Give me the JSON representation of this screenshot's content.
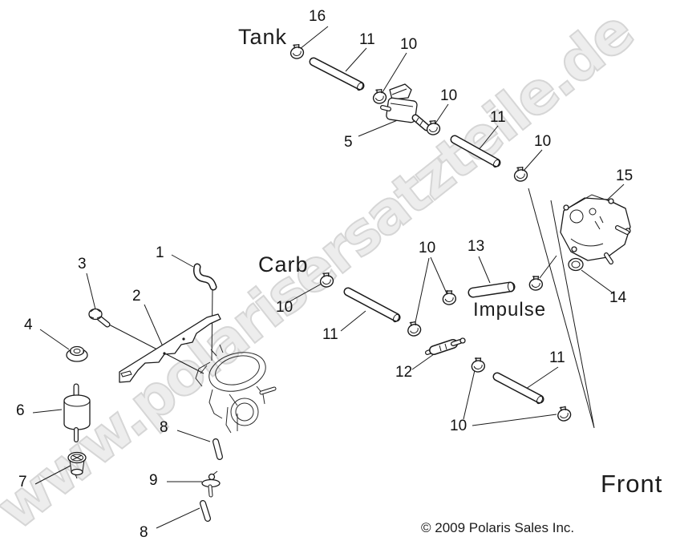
{
  "colors": {
    "background": "#ffffff",
    "line_art": "#1a1a1a",
    "label_text": "#111111",
    "watermark_fill": "#ededed",
    "watermark_outline": "#d6d6d6"
  },
  "watermark": {
    "text": "www.polarisersatzteile.de"
  },
  "region_labels": {
    "tank": "Tank",
    "carb": "Carb",
    "impulse": "Impulse",
    "front": "Front"
  },
  "copyright": "© 2009 Polaris Sales Inc.",
  "callouts": [
    {
      "ref": "16",
      "points_to": "hose-clamp-tank"
    },
    {
      "ref": "11",
      "points_to": "fuel-hose-tank"
    },
    {
      "ref": "10",
      "points_to": "hose-clamp"
    },
    {
      "ref": "10",
      "points_to": "hose-clamp"
    },
    {
      "ref": "11",
      "points_to": "fuel-hose-valve"
    },
    {
      "ref": "10",
      "points_to": "hose-clamp"
    },
    {
      "ref": "15",
      "points_to": "fuel-pump"
    },
    {
      "ref": "5",
      "points_to": "fuel-valve"
    },
    {
      "ref": "1",
      "points_to": "elbow-hose"
    },
    {
      "ref": "3",
      "points_to": "bolt"
    },
    {
      "ref": "2",
      "points_to": "bracket"
    },
    {
      "ref": "4",
      "points_to": "flange-nut"
    },
    {
      "ref": "10",
      "points_to": "hose-clamp-carb"
    },
    {
      "ref": "10",
      "points_to": "hose-clamp-pair"
    },
    {
      "ref": "13",
      "points_to": "impulse-hose"
    },
    {
      "ref": "14",
      "points_to": "nut"
    },
    {
      "ref": "11",
      "points_to": "fuel-hose-carb"
    },
    {
      "ref": "12",
      "points_to": "inline-filter"
    },
    {
      "ref": "11",
      "points_to": "fuel-hose-pump"
    },
    {
      "ref": "10",
      "points_to": "hose-clamp-pair"
    },
    {
      "ref": "6",
      "points_to": "fuel-filter"
    },
    {
      "ref": "7",
      "points_to": "strainer"
    },
    {
      "ref": "8",
      "points_to": "vent-tube"
    },
    {
      "ref": "9",
      "points_to": "tee-fitting"
    },
    {
      "ref": "8",
      "points_to": "vent-tube"
    }
  ]
}
